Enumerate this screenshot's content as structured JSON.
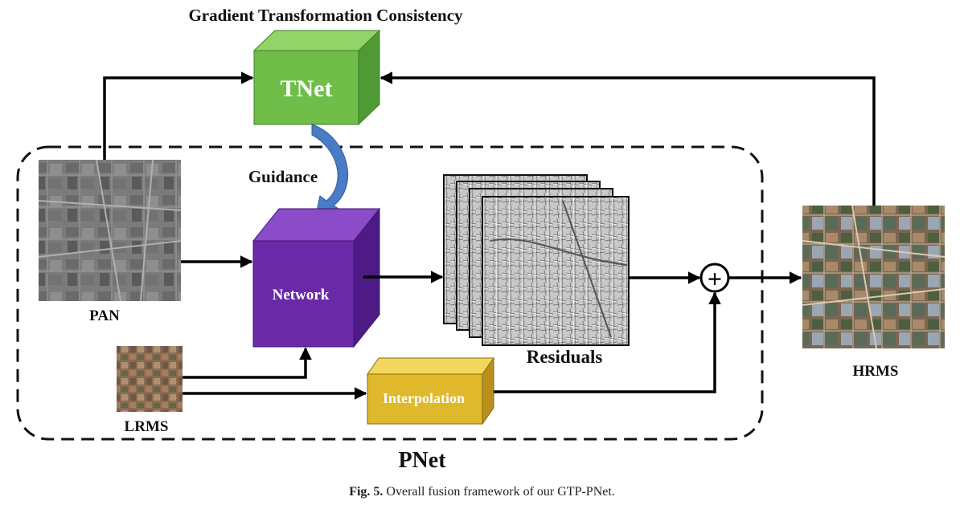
{
  "title": "Gradient Transformation Consistency",
  "nodes": {
    "tnet": {
      "label": "TNet",
      "color_front": "#6fbe4a",
      "color_top": "#92d468",
      "color_side": "#4f9a35"
    },
    "network": {
      "label": "Network",
      "color_front": "#6a2aa8",
      "color_top": "#8a4cc8",
      "color_side": "#4e1b86"
    },
    "interpolation": {
      "label": "Interpolation",
      "color_front": "#e0b82c",
      "color_top": "#f2d75e",
      "color_side": "#b8901a"
    },
    "plus": {
      "label": "+"
    }
  },
  "labels": {
    "guidance": "Guidance",
    "pan": "PAN",
    "lrms": "LRMS",
    "residuals": "Residuals",
    "hrms": "HRMS",
    "pnet": "PNet"
  },
  "caption": {
    "fig": "Fig. 5.",
    "text": "Overall fusion framework of our GTP-PNet."
  },
  "colors": {
    "guidance_arrow": "#4a7cc6",
    "edges": "#000000"
  }
}
